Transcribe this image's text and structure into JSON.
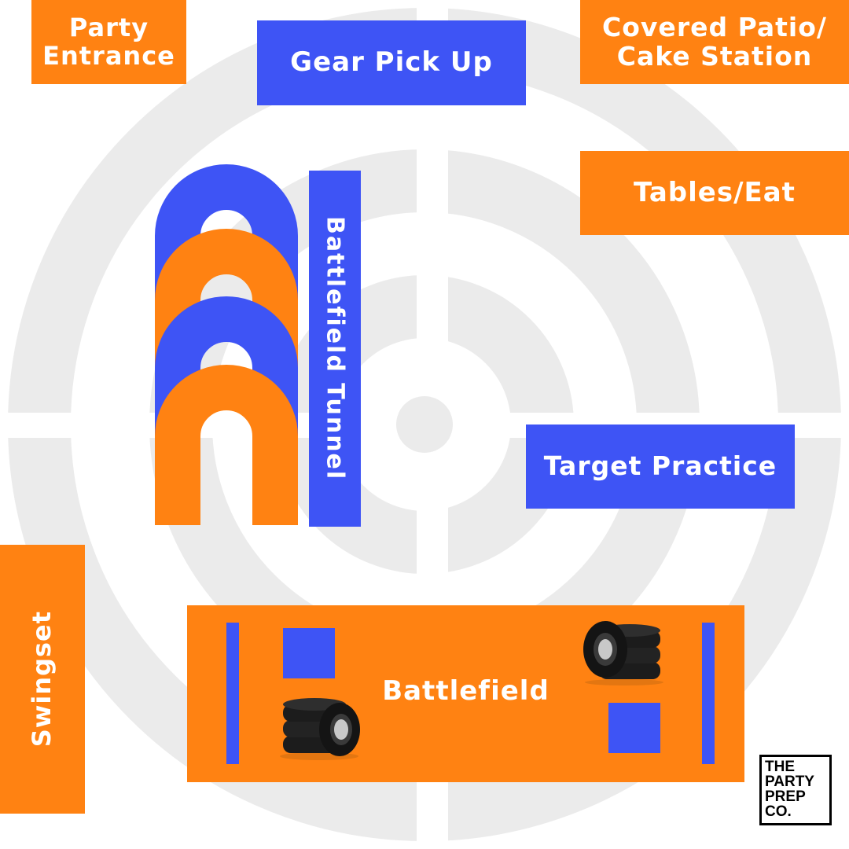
{
  "colors": {
    "orange": "#FF8212",
    "blue": "#3E54F5",
    "target_gray": "#EBEBEB",
    "tire": "#1c1c1c"
  },
  "areas": {
    "party_entrance": [
      "Party",
      "Entrance"
    ],
    "gear_pickup": "Gear Pick Up",
    "covered_patio": [
      "Covered Patio/",
      "Cake Station"
    ],
    "tables_eat": "Tables/Eat",
    "battlefield_tunnel": "Battlefield Tunnel",
    "target_practice": "Target Practice",
    "swingset": "Swingset",
    "battlefield": "Battlefield"
  },
  "logo": {
    "lines": [
      "THE",
      "PARTY",
      "PREP",
      "CO."
    ]
  },
  "icons": {
    "background": "bullseye-target-icon",
    "tunnel": "tunnel-arch-icon",
    "obstacle": "tire-stack-icon"
  }
}
